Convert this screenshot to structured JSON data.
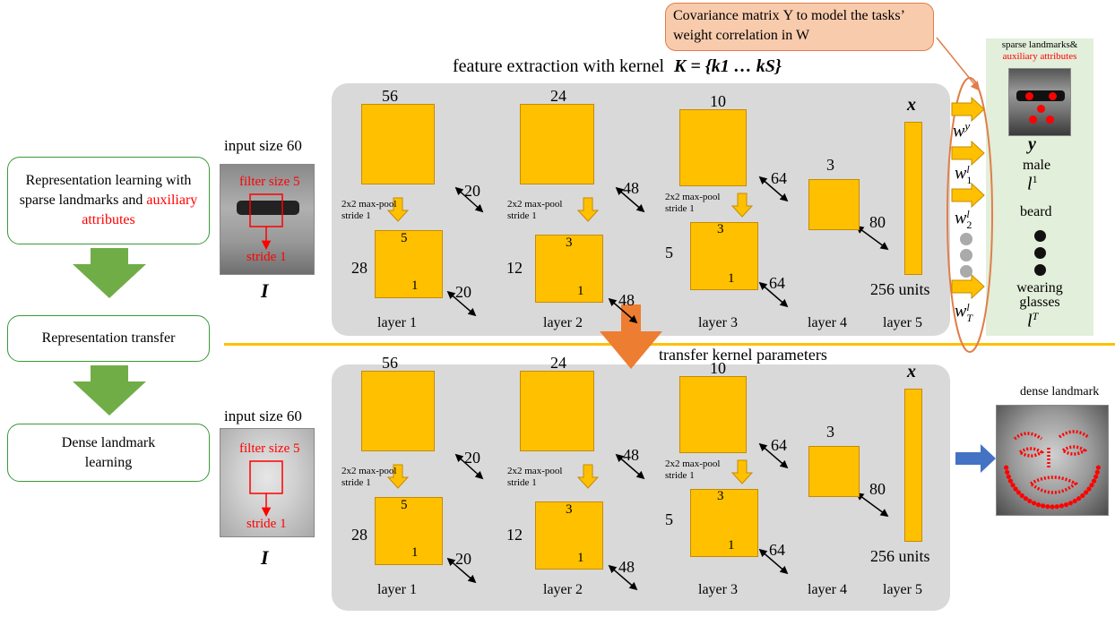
{
  "steps": {
    "rep_learning_pre": "Representation learning with sparse landmarks and ",
    "rep_learning_red": "auxiliary attributes",
    "rep_transfer": "Representation transfer",
    "dense_learning": "Dense landmark learning"
  },
  "callout": "Covariance matrix Υ to model the tasks’ weight correlation in W",
  "header": {
    "feature_extraction": "feature extraction with kernel",
    "kernel_formula": "K = {k1 … kS}"
  },
  "transfer_label": "transfer kernel parameters",
  "inputs": {
    "size_label": "input size 60",
    "filter_label": "filter size 5",
    "stride_label": "stride 1",
    "image_symbol": "I"
  },
  "network": {
    "layers": [
      {
        "name": "layer 1",
        "top_size": "56",
        "bottom_size": "28",
        "depth": "20",
        "depth2": "20",
        "pool": "2x2 max-pool",
        "stride": "stride 1",
        "kernel": "5",
        "kstride": "1"
      },
      {
        "name": "layer 2",
        "top_size": "24",
        "bottom_size": "12",
        "depth": "48",
        "depth2": "48",
        "pool": "2x2 max-pool",
        "stride": "stride 1",
        "kernel": "3",
        "kstride": "1"
      },
      {
        "name": "layer 3",
        "top_size": "10",
        "bottom_size": "5",
        "depth": "64",
        "depth2": "64",
        "pool": "2x2 max-pool",
        "stride": "stride 1",
        "kernel": "3",
        "kstride": "1"
      },
      {
        "name": "layer 4",
        "top_size": "3",
        "depth": "80"
      },
      {
        "name": "layer 5",
        "units": "256 units",
        "symbol": "x"
      }
    ]
  },
  "weights": [
    "wy",
    "w1l",
    "w2l",
    "wTl"
  ],
  "weights_display": {
    "wy_base": "w",
    "wy_sup": "y",
    "w1_base": "w",
    "w1_sup": "l",
    "w1_sub": "1",
    "w2_base": "w",
    "w2_sup": "l",
    "w2_sub": "2",
    "wT_base": "w",
    "wT_sup": "l",
    "wT_sub": "T"
  },
  "tasks": {
    "title_black": "sparse landmarks&",
    "title_red": "auxiliary  attributes",
    "y_symbol": "y",
    "male": "male",
    "l1_base": "l",
    "l1_sup": "1",
    "beard": "beard",
    "wearing_glasses": "wearing glasses",
    "lT_base": "l",
    "lT_sup": "T"
  },
  "output": {
    "dense_label": "dense landmark"
  },
  "colors": {
    "layer_fill": "#FFC000",
    "panel": "#d9d9d9",
    "callout_fill": "#f8cbad",
    "task_panel": "#e2efda",
    "step_arrow": "#70ad47",
    "transfer_arrow": "#ed7d31",
    "divider": "#FFC000",
    "output_arrow": "#4472c4",
    "accent_red": "#ff0000"
  }
}
